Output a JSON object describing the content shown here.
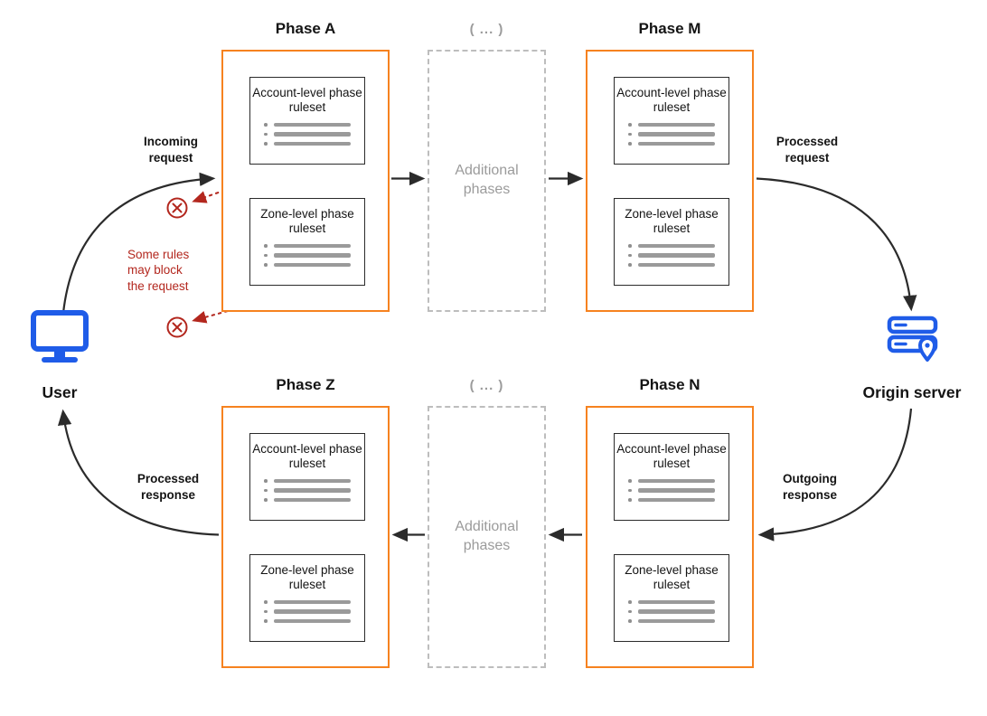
{
  "diagram": {
    "phases": [
      {
        "title": "Phase A"
      },
      {
        "title": "Phase M"
      },
      {
        "title": "Phase Z"
      },
      {
        "title": "Phase N"
      }
    ],
    "ruleset": {
      "account_label": "Account-level phase ruleset",
      "zone_label": "Zone-level phase ruleset"
    },
    "additional": {
      "ellipsis": "( ... )",
      "label": "Additional phases"
    },
    "endpoints": {
      "user": "User",
      "origin": "Origin server"
    },
    "flow_labels": {
      "incoming_request": "Incoming request",
      "processed_request": "Processed request",
      "outgoing_response": "Outgoing response",
      "processed_response": "Processed response"
    },
    "block_note": "Some rules\nmay block\nthe request",
    "colors": {
      "phase_border_orange": "#f6821f",
      "endpoint_blue": "#1f5ce8",
      "block_red": "#b3271e",
      "muted_gray": "#9b9b9b"
    }
  }
}
